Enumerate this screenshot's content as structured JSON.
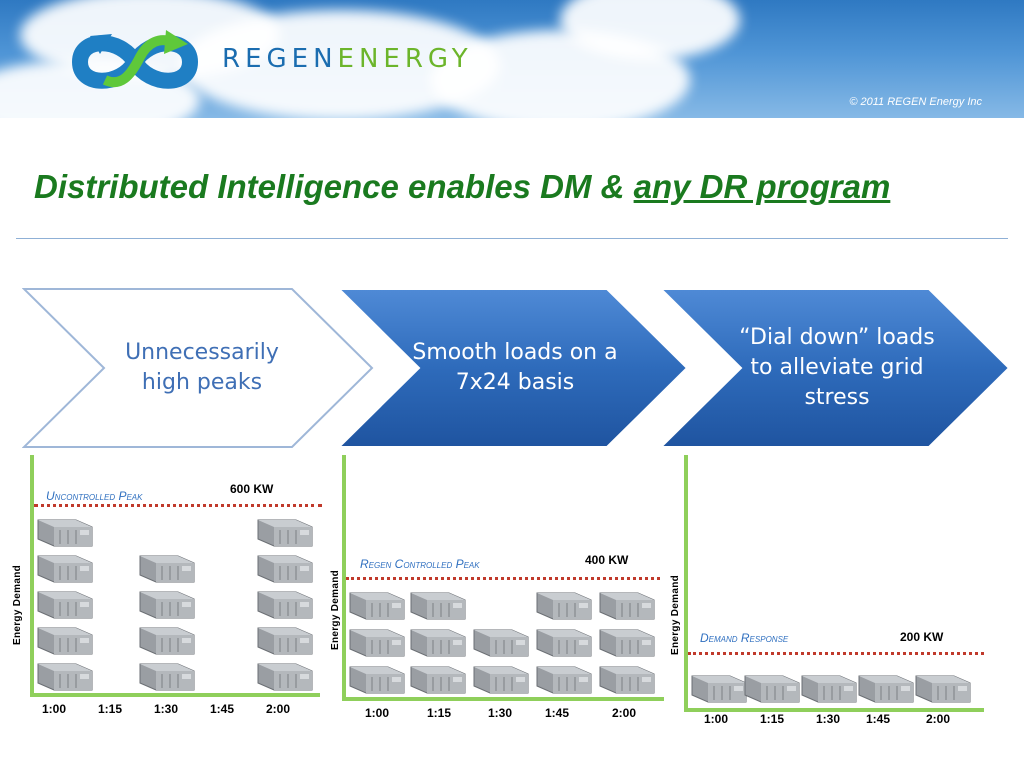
{
  "header": {
    "brand_regen": "REGEN",
    "brand_energy": "ENERGY",
    "copyright": "© 2011 REGEN Energy Inc"
  },
  "title": {
    "main": "Distributed Intelligence enables DM & ",
    "emphasis": "any DR program"
  },
  "steps": [
    {
      "label": "Unnecessarily high peaks"
    },
    {
      "label": "Smooth loads on a 7x24 basis"
    },
    {
      "label": "“Dial down” loads to alleviate grid stress"
    }
  ],
  "panels": [
    {
      "y_axis_label": "Energy Demand",
      "peak_label": "Uncontrolled Peak",
      "kw_label": "600 KW",
      "times": [
        "1:00",
        "1:15",
        "1:30",
        "1:45",
        "2:00"
      ],
      "stack_heights": [
        5,
        0,
        4,
        0,
        5
      ]
    },
    {
      "y_axis_label": "Energy Demand",
      "peak_label": "Regen Controlled Peak",
      "kw_label": "400 KW",
      "times": [
        "1:00",
        "1:15",
        "1:30",
        "1:45",
        "2:00"
      ],
      "stack_heights": [
        3,
        3,
        2,
        3,
        3
      ]
    },
    {
      "y_axis_label": "Energy Demand",
      "peak_label": "Demand Response",
      "kw_label": "200 KW",
      "times": [
        "1:00",
        "1:15",
        "1:30",
        "1:45",
        "2:00"
      ],
      "stack_heights": [
        1,
        1,
        1,
        1,
        1
      ]
    }
  ],
  "colors": {
    "headline": "#1a7a1f",
    "chevron_blue": "#2f6fbf",
    "axis_green": "#8fcf5b",
    "peak_line": "#c0392b",
    "peak_text": "#3070c0"
  }
}
